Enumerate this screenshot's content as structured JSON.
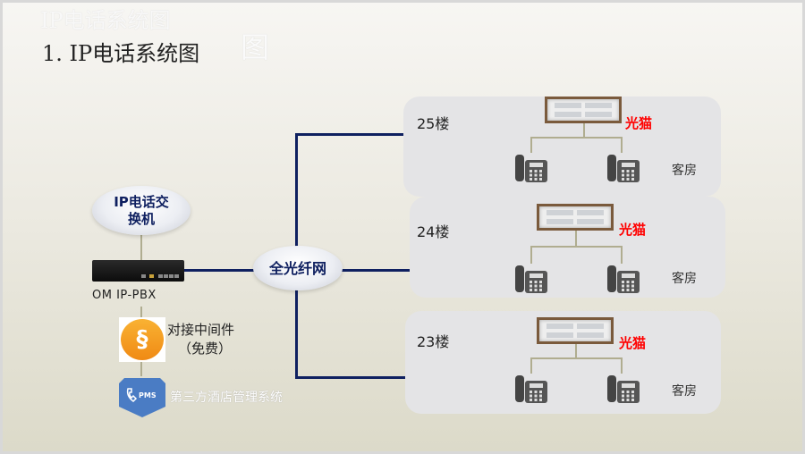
{
  "slide": {
    "title": "1. IP电话系统图",
    "ghost_title": "IP电话系统图",
    "ghost_char": "图"
  },
  "left": {
    "pbx_cloud": [
      "IP电话交",
      "换机"
    ],
    "pbx_label": "OM IP-PBX",
    "middleware": [
      "对接中间件",
      "（免费）"
    ],
    "pms_badge": "PMS",
    "pms_label": "第三方酒店管理系统",
    "network_cloud": "全光纤网"
  },
  "floors": [
    {
      "label": "25楼",
      "modem": "光猫",
      "room": "客房"
    },
    {
      "label": "24楼",
      "modem": "光猫",
      "room": "客房"
    },
    {
      "label": "23楼",
      "modem": "光猫",
      "room": "客房"
    }
  ],
  "colors": {
    "line": "#0f2060",
    "modem_label": "#ff0000",
    "middleware": "#f39c1f",
    "pms": "#4a7cc4"
  }
}
